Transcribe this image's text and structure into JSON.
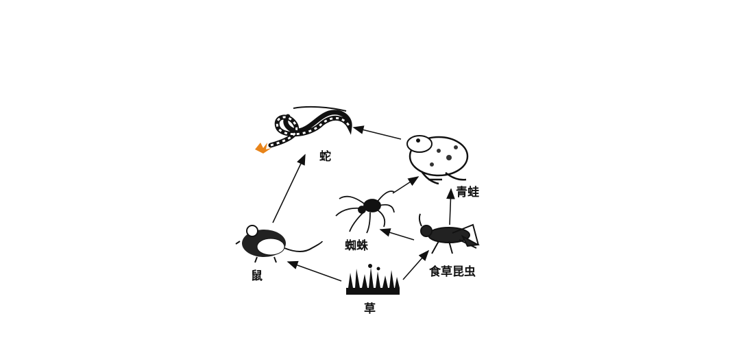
{
  "diagram": {
    "type": "food-web",
    "organisms": {
      "snake": "蛇",
      "frog": "青蛙",
      "spider": "蜘蛛",
      "insect": "食草昆虫",
      "mouse": "鼠",
      "grass": "草"
    },
    "relations": [
      {
        "from": "grass",
        "to": "mouse"
      },
      {
        "from": "grass",
        "to": "insect"
      },
      {
        "from": "mouse",
        "to": "snake"
      },
      {
        "from": "insect",
        "to": "spider"
      },
      {
        "from": "insect",
        "to": "frog"
      },
      {
        "from": "spider",
        "to": "frog"
      },
      {
        "from": "frog",
        "to": "snake"
      }
    ]
  }
}
